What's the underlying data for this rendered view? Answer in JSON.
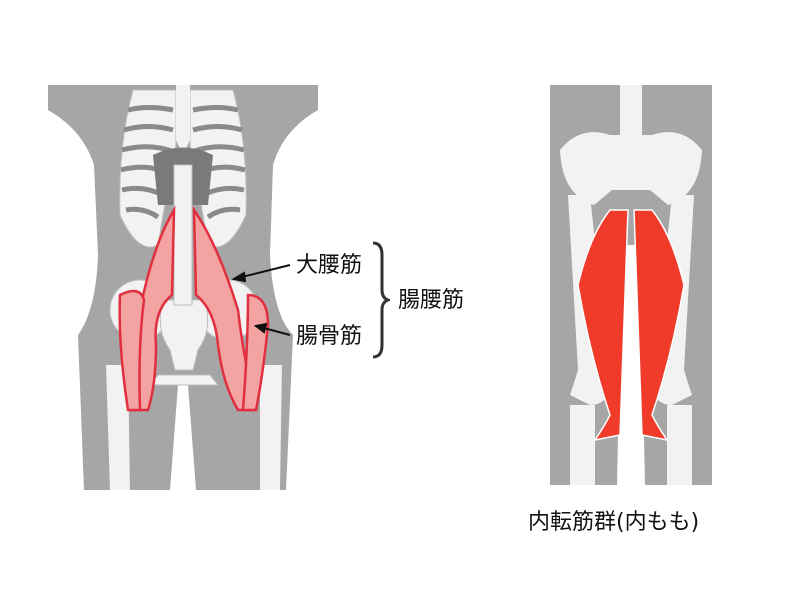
{
  "left_figure": {
    "labels": {
      "psoas_major": "大腰筋",
      "iliacus": "腸骨筋",
      "iliopsoas": "腸腰筋"
    },
    "colors": {
      "body": "#a6a6a6",
      "bone": "#f2f2f2",
      "muscle_fill": "#f4a3a3",
      "muscle_outline": "#e0303f"
    }
  },
  "right_figure": {
    "caption": "内転筋群(内もも)",
    "colors": {
      "body": "#a6a6a6",
      "bone": "#f2f2f2",
      "muscle_fill": "#f03a2a"
    }
  }
}
